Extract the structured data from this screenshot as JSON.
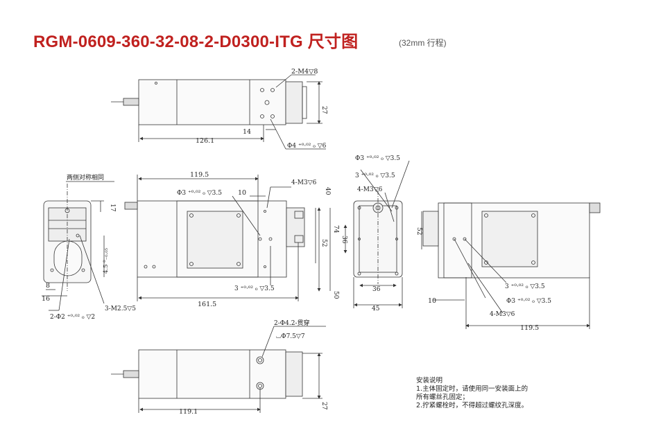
{
  "header": {
    "title": "RGM-0609-360-32-08-2-D0300-ITG 尺寸图",
    "subtitle": "(32mm 行程)"
  },
  "colors": {
    "title": "#c0211f",
    "line": "#333333",
    "fill": "#f2f2f2"
  },
  "dims": {
    "top": {
      "hole_callout": "2-M4▽8",
      "d27": "27",
      "d14": "14",
      "d126": "126.1",
      "pin_hole": "Φ4 ⁺⁰·⁰² ₀ ▽6"
    },
    "side": {
      "note": "两侧对称相同",
      "d17": "17",
      "d4_5": "4.5 ⁰₋₀.₀₅",
      "d8": "8",
      "d16": "16",
      "pin_holes": "2-Φ2 ⁺⁰·⁰² ₀ ▽2",
      "screw_holes": "3-M2.5▽5"
    },
    "front": {
      "d119": "119.5",
      "pin": "Φ3 ⁺⁰·⁰² ₀ ▽3.5",
      "d10": "10",
      "m3": "4-M3▽6",
      "d40": "40",
      "d74": "74",
      "d52": "52",
      "d50": "50",
      "d161": "161.5",
      "pin_bottom": "3 ⁺⁰·⁰² ₀ ▽3.5"
    },
    "end": {
      "pin1": "Φ3 ⁺⁰·⁰² ₀ ▽3.5",
      "pin2": "3 ⁺⁰·⁰² ₀ ▽3.5",
      "m3": "4-M3▽6",
      "d36v": "36",
      "d36h": "36",
      "d45": "45"
    },
    "back": {
      "d52": "52",
      "pin1": "3 ⁺⁰·⁰² ₀ ▽3.5",
      "d10": "10",
      "pin2": "Φ3 ⁺⁰·⁰² ₀ ▽3.5",
      "m3": "4-M3▽6",
      "d119": "119.5"
    },
    "bottom": {
      "through": "2-Φ4.2-贯穿",
      "counterbore": "⌴Φ7.5▽7",
      "d27": "27",
      "d119": "119.1"
    }
  },
  "notes": {
    "heading": "安装说明",
    "line1": "1.主体固定时，请使用同一安装面上的",
    "line2": "所有螺丝孔固定；",
    "line3": "2.拧紧螺栓时，不得超过螺纹孔深度。"
  }
}
